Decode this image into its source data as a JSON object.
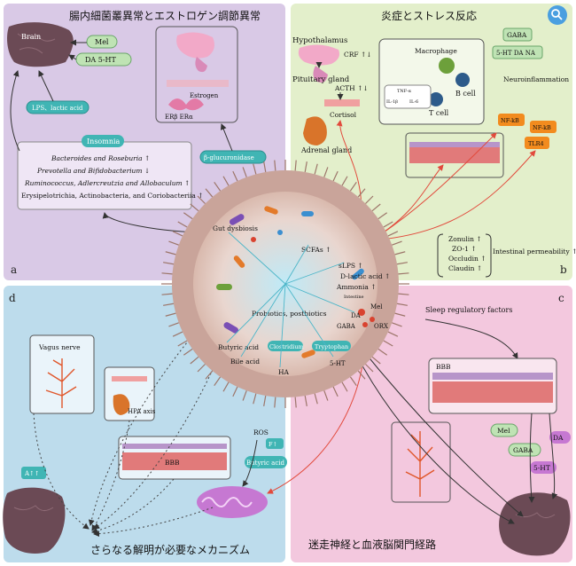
{
  "colors": {
    "panel_a": "#d9c9e6",
    "panel_b": "#e3efcb",
    "panel_c": "#f3c8de",
    "panel_d": "#bddcec",
    "cell_ring": "#c9a49a",
    "cell_inner": "#e9d6cf",
    "brain": "#6b4a55",
    "mito": "#c678d2",
    "teal_label": "#40b5b4",
    "green_label": "#bfe3b4",
    "orange_label": "#f28b1e",
    "red_arrow": "#e24a3c"
  },
  "icons": {
    "brain": "brain-icon",
    "mitochondria": "mitochondria-icon",
    "vagus": "vagus-nerve-icon",
    "search": "magnifier-icon"
  },
  "panel_a": {
    "title": "腸内細菌叢異常とエストロゲン調節異常",
    "letter": "a",
    "brain": "Brain",
    "mel": "Mel",
    "da_5ht": "DA  5-HT",
    "lps": "LPS、lactic acid",
    "estrogen": "Estrogen",
    "receptors": "ERβ ERα",
    "glucuronidase": "β-glucuronidase",
    "insomnia": "Insomnia",
    "bacteria": [
      "Bacteroides and Roseburia ↑",
      "Prevotella and Bifidobacterium ↓",
      "Ruminococcus, Adlercreutzia and Allobaculum ↑",
      "Erysipelotrichia, Actinobacteria, and Coriobacteriia ↑"
    ]
  },
  "panel_b": {
    "title": "炎症とストレス反応",
    "letter": "b",
    "hypothalamus": "Hypothalamus",
    "crf": "CRF ↑↓",
    "pituitary": "Pituitary gland",
    "acth": "ACTH ↑↓",
    "cortisol": "Cortisol",
    "adrenal": "Adrenal gland",
    "macrophage": "Macrophage",
    "b_cell": "B cell",
    "t_cell": "T cell",
    "cyt_tnf": "TNF-α",
    "cyt_il1b": "IL-1β",
    "cyt_il6": "IL-6",
    "gaba": "GABA",
    "ht_da_na": "5-HT DA NA",
    "neuroinflammation": "Neuroinflammation",
    "nfkb1": "NF-kB",
    "nfkb2": "NF-kB",
    "tlr4": "TLR4",
    "tight": [
      "Zonulin ↑",
      "ZO-1 ↑",
      "Occludin ↑",
      "Claudin ↑"
    ],
    "permeability": "Intestinal permeability ↑"
  },
  "panel_c": {
    "title": "迷走神経と血液脳関門経路",
    "letter": "c",
    "sleep_factors": "Sleep regulatory factors",
    "bbb": "BBB",
    "mel": "Mel",
    "gaba": "GABA",
    "ht": "5-HT",
    "da": "DA"
  },
  "panel_d": {
    "title": "さらなる解明が必要なメカニズム",
    "letter": "d",
    "vagus": "Vagus nerve",
    "hpa": "HPA axis",
    "bbb": "BBB",
    "ros": "ROS",
    "butyric": "Butyric acid",
    "a": "A↑↑",
    "f": "F↑"
  },
  "center": {
    "gut_dysbiosis": "Gut dysbiosis",
    "scfas": "SCFAs ↑",
    "probiotics": "Probiotics, postbiotics",
    "slps": "sLPS ↑",
    "d_lactic": "D-lactic acid ↑",
    "ammonia": "Ammonia ↑",
    "intestine": "Intestine",
    "mel": "Mel",
    "da": "DA",
    "gaba": "GABA",
    "orx": "ORX",
    "ht": "5-HT",
    "butyric": "Butyric acid",
    "bile": "Bile acid",
    "ha": "HA",
    "clostridium": "Clostridium",
    "tryptophan": "Tryptophan"
  }
}
